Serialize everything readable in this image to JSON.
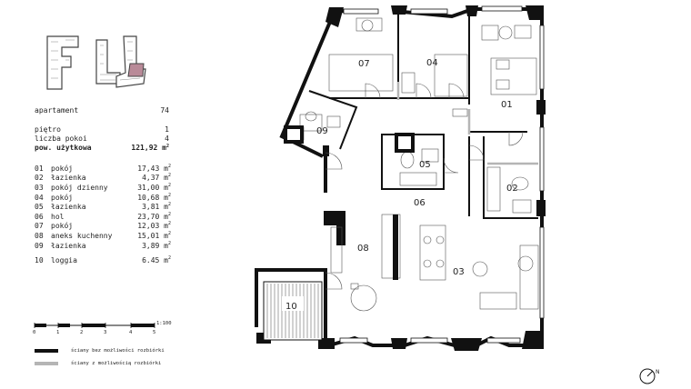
{
  "specs": {
    "apartment": {
      "label": "apartament",
      "value": "74"
    },
    "floor": {
      "label": "piętro",
      "value": "1"
    },
    "rooms_count": {
      "label": "liczba pokoi",
      "value": "4"
    },
    "usable_area": {
      "label": "pow. użytkowa",
      "value": "121,92",
      "unit": "m"
    }
  },
  "rooms": [
    {
      "num": "01",
      "name": "pokój",
      "area": "17,43",
      "unit": "m"
    },
    {
      "num": "02",
      "name": "łazienka",
      "area": "4,37",
      "unit": "m"
    },
    {
      "num": "03",
      "name": "pokój dzienny",
      "area": "31,00",
      "unit": "m"
    },
    {
      "num": "04",
      "name": "pokój",
      "area": "10,68",
      "unit": "m"
    },
    {
      "num": "05",
      "name": "łazienka",
      "area": "3,81",
      "unit": "m"
    },
    {
      "num": "06",
      "name": "hol",
      "area": "23,70",
      "unit": "m"
    },
    {
      "num": "07",
      "name": "pokój",
      "area": "12,03",
      "unit": "m"
    },
    {
      "num": "08",
      "name": "aneks kuchenny",
      "area": "15,01",
      "unit": "m"
    },
    {
      "num": "09",
      "name": "łazienka",
      "area": "3,89",
      "unit": "m"
    }
  ],
  "loggia": {
    "num": "10",
    "name": "loggia",
    "area": "6.45",
    "unit": "m"
  },
  "scale": {
    "ticks": [
      "0",
      "1",
      "2",
      "3",
      "4",
      "5"
    ],
    "ratio": "1:100"
  },
  "legend": [
    {
      "text": "ściany bez możliwości rozbiórki",
      "color": "#111111"
    },
    {
      "text": "ściany z możliwością rozbiórki",
      "color": "#b5b5b5"
    }
  ],
  "plan_labels": {
    "r01": "01",
    "r02": "02",
    "r03": "03",
    "r04": "04",
    "r05": "05",
    "r06": "06",
    "r07": "07",
    "r08": "08",
    "r09": "09",
    "r10": "10"
  },
  "compass": "N",
  "colors": {
    "highlight": "#b98a98",
    "wall": "#111111",
    "soft_wall": "#b5b5b5"
  }
}
